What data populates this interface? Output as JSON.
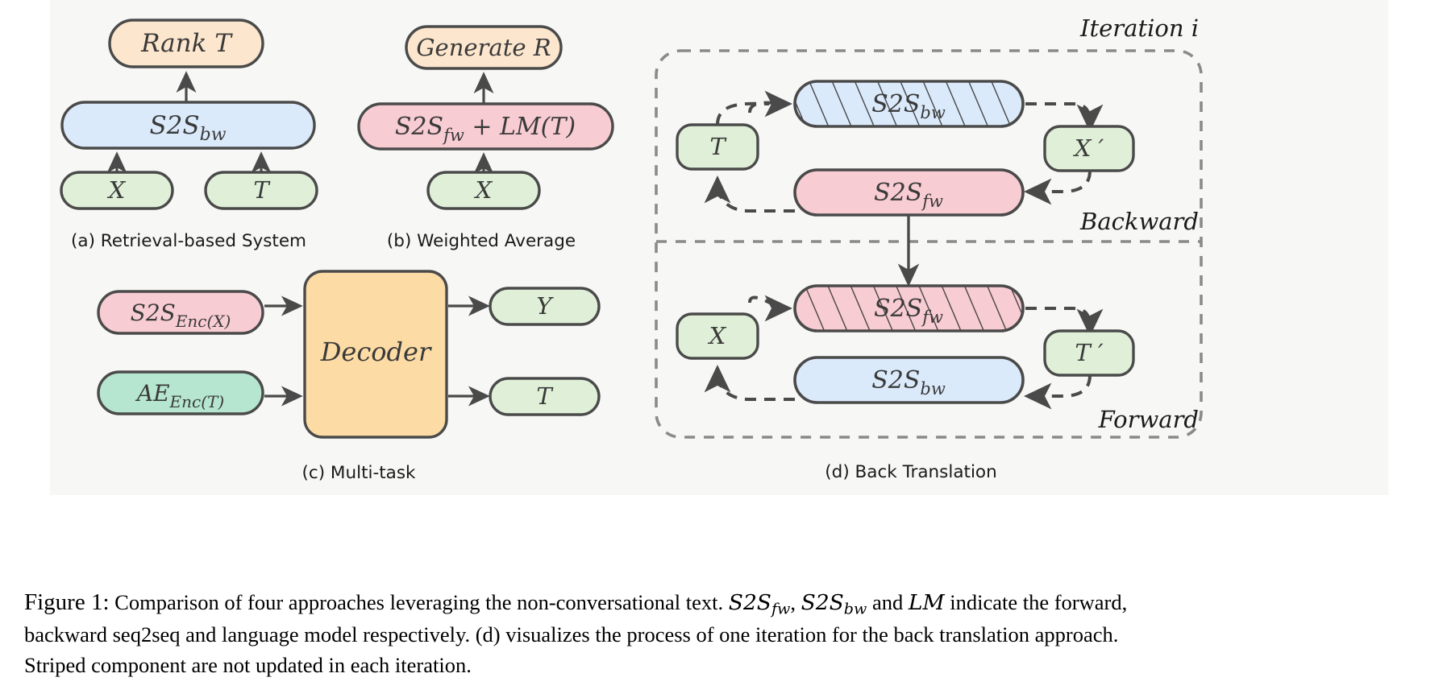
{
  "figure": {
    "background_color": "#f7f7f5",
    "stroke_color": "#4a4a4a",
    "colors": {
      "orange_box": "#fce6cd",
      "blue_box": "#dbeafb",
      "pink_box": "#f8ccd3",
      "green_box": "#e0f0d8",
      "teal_box": "#b6e6cf",
      "amber_box": "#fcdba4",
      "dashed_border": "#8a8a8a"
    }
  },
  "panels": [
    {
      "id": "a",
      "caption": "(a) Retrieval-based System",
      "nodes": [
        {
          "name": "rank-t",
          "label": "Rank T",
          "color": "orange_box"
        },
        {
          "name": "s2s-bw",
          "label": "S2S",
          "sub": "bw",
          "color": "blue_box"
        },
        {
          "name": "input-x",
          "label": "X",
          "color": "green_box"
        },
        {
          "name": "input-t",
          "label": "T",
          "color": "green_box"
        }
      ],
      "edges": [
        {
          "from": "input-x",
          "to": "s2s-bw",
          "style": "solid"
        },
        {
          "from": "input-t",
          "to": "s2s-bw",
          "style": "solid"
        },
        {
          "from": "s2s-bw",
          "to": "rank-t",
          "style": "solid"
        }
      ]
    },
    {
      "id": "b",
      "caption": "(b) Weighted Average",
      "nodes": [
        {
          "name": "generate-r",
          "label": "Generate R",
          "color": "orange_box"
        },
        {
          "name": "s2s-fw-lm",
          "label": "S2S",
          "sub": "fw",
          "tail": " + LM(T)",
          "color": "pink_box"
        },
        {
          "name": "input-x",
          "label": "X",
          "color": "green_box"
        }
      ],
      "edges": [
        {
          "from": "input-x",
          "to": "s2s-fw-lm",
          "style": "solid"
        },
        {
          "from": "s2s-fw-lm",
          "to": "generate-r",
          "style": "solid"
        }
      ]
    },
    {
      "id": "c",
      "caption": "(c) Multi-task",
      "nodes": [
        {
          "name": "s2s-enc-x",
          "label": "S2S",
          "sub": "Enc(X)",
          "color": "pink_box"
        },
        {
          "name": "ae-enc-t",
          "label": "AE",
          "sub": "Enc(T)",
          "color": "teal_box"
        },
        {
          "name": "decoder",
          "label": "Decoder",
          "color": "amber_box"
        },
        {
          "name": "output-y",
          "label": "Y",
          "color": "green_box"
        },
        {
          "name": "output-t",
          "label": "T",
          "color": "green_box"
        }
      ],
      "edges": [
        {
          "from": "s2s-enc-x",
          "to": "decoder",
          "style": "solid"
        },
        {
          "from": "ae-enc-t",
          "to": "decoder",
          "style": "solid"
        },
        {
          "from": "decoder",
          "to": "output-y",
          "style": "solid"
        },
        {
          "from": "decoder",
          "to": "output-t",
          "style": "solid"
        }
      ]
    },
    {
      "id": "d",
      "caption": "(d) Back Translation",
      "region_labels": {
        "iteration": "Iteration i",
        "backward": "Backward",
        "forward": "Forward"
      },
      "nodes": [
        {
          "name": "bw-s2s-bw-striped",
          "label": "S2S",
          "sub": "bw",
          "color": "blue_box",
          "striped": true
        },
        {
          "name": "bw-t",
          "label": "T",
          "color": "green_box"
        },
        {
          "name": "bw-x-prime",
          "label": "X ′",
          "color": "green_box"
        },
        {
          "name": "bw-s2s-fw",
          "label": "S2S",
          "sub": "fw",
          "color": "pink_box",
          "striped": false
        },
        {
          "name": "fw-s2s-fw-striped",
          "label": "S2S",
          "sub": "fw",
          "color": "pink_box",
          "striped": true
        },
        {
          "name": "fw-x",
          "label": "X",
          "color": "green_box"
        },
        {
          "name": "fw-t-prime",
          "label": "T ′",
          "color": "green_box"
        },
        {
          "name": "fw-s2s-bw",
          "label": "S2S",
          "sub": "bw",
          "color": "blue_box",
          "striped": false
        }
      ],
      "edges": [
        {
          "from": "bw-t",
          "to": "bw-s2s-bw-striped",
          "style": "dashed"
        },
        {
          "from": "bw-s2s-bw-striped",
          "to": "bw-x-prime",
          "style": "dashed"
        },
        {
          "from": "bw-x-prime",
          "to": "bw-s2s-fw",
          "style": "dashed"
        },
        {
          "from": "bw-s2s-fw",
          "to": "bw-t",
          "style": "dashed"
        },
        {
          "from": "bw-s2s-fw",
          "to": "fw-s2s-fw-striped",
          "style": "solid"
        },
        {
          "from": "fw-x",
          "to": "fw-s2s-fw-striped",
          "style": "dashed"
        },
        {
          "from": "fw-s2s-fw-striped",
          "to": "fw-t-prime",
          "style": "dashed"
        },
        {
          "from": "fw-t-prime",
          "to": "fw-s2s-bw",
          "style": "dashed"
        },
        {
          "from": "fw-s2s-bw",
          "to": "fw-x",
          "style": "dashed"
        }
      ]
    }
  ],
  "caption": {
    "label": "Figure 1:",
    "line1_a": " Comparison of four approaches leveraging the non-conversational text. ",
    "math1": "S2S",
    "math1_sub": "fw",
    "sep1": ", ",
    "math2": "S2S",
    "math2_sub": "bw",
    "sep2": " and ",
    "math3": "LM",
    "line1_b": " indicate the forward,",
    "line2": "backward seq2seq and language model respectively. (d) visualizes the process of one iteration for the back translation approach.",
    "line3": "Striped component are not updated in each iteration."
  }
}
